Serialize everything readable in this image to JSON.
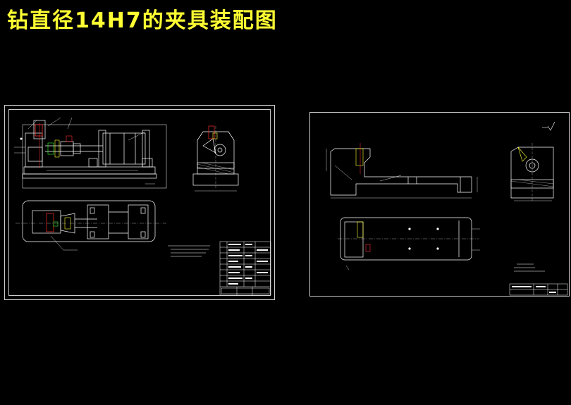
{
  "title": "钻直径14H7的夹具装配图",
  "colors": {
    "background": "#000000",
    "title": "#ffff33",
    "line": "#ffffff",
    "accent_red": "#ff3030",
    "accent_yellow": "#ffff33",
    "accent_green": "#33ff33"
  },
  "sheets": [
    {
      "id": "assembly-drawing"
    },
    {
      "id": "part-drawing"
    }
  ]
}
